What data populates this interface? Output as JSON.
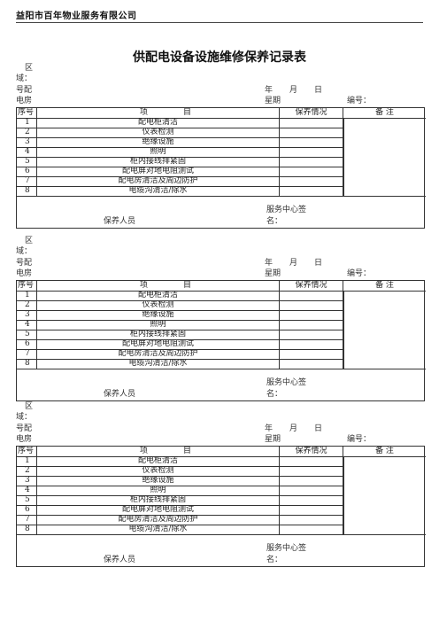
{
  "company": "益阳市百年物业服务有限公司",
  "title": "供配电设备设施维修保养记录表",
  "labels": {
    "area_1": "区",
    "area_2": "域：",
    "room_1": "号配",
    "room_2": "电房",
    "year": "年",
    "month": "月",
    "day": "日",
    "weekday": "星期",
    "number": "编号：",
    "staff": "保养人员",
    "service_center_1": "服务中心签",
    "service_center_2": "名："
  },
  "table": {
    "headers": {
      "no": "序号",
      "item_a": "项",
      "item_b": "目",
      "status": "保养情况",
      "remark": "备 注"
    },
    "rows": [
      {
        "no": "1",
        "item": "配电柜清洁"
      },
      {
        "no": "2",
        "item": "仪表检测"
      },
      {
        "no": "3",
        "item": "绝缘设施"
      },
      {
        "no": "4",
        "item": "照明"
      },
      {
        "no": "5",
        "item": "柜内接线排紧固"
      },
      {
        "no": "6",
        "item": "配电屏对地电阻测试"
      },
      {
        "no": "7",
        "item": "配电房清洁及周边防护"
      },
      {
        "no": "8",
        "item": "电缆沟清洁/除水"
      }
    ]
  }
}
